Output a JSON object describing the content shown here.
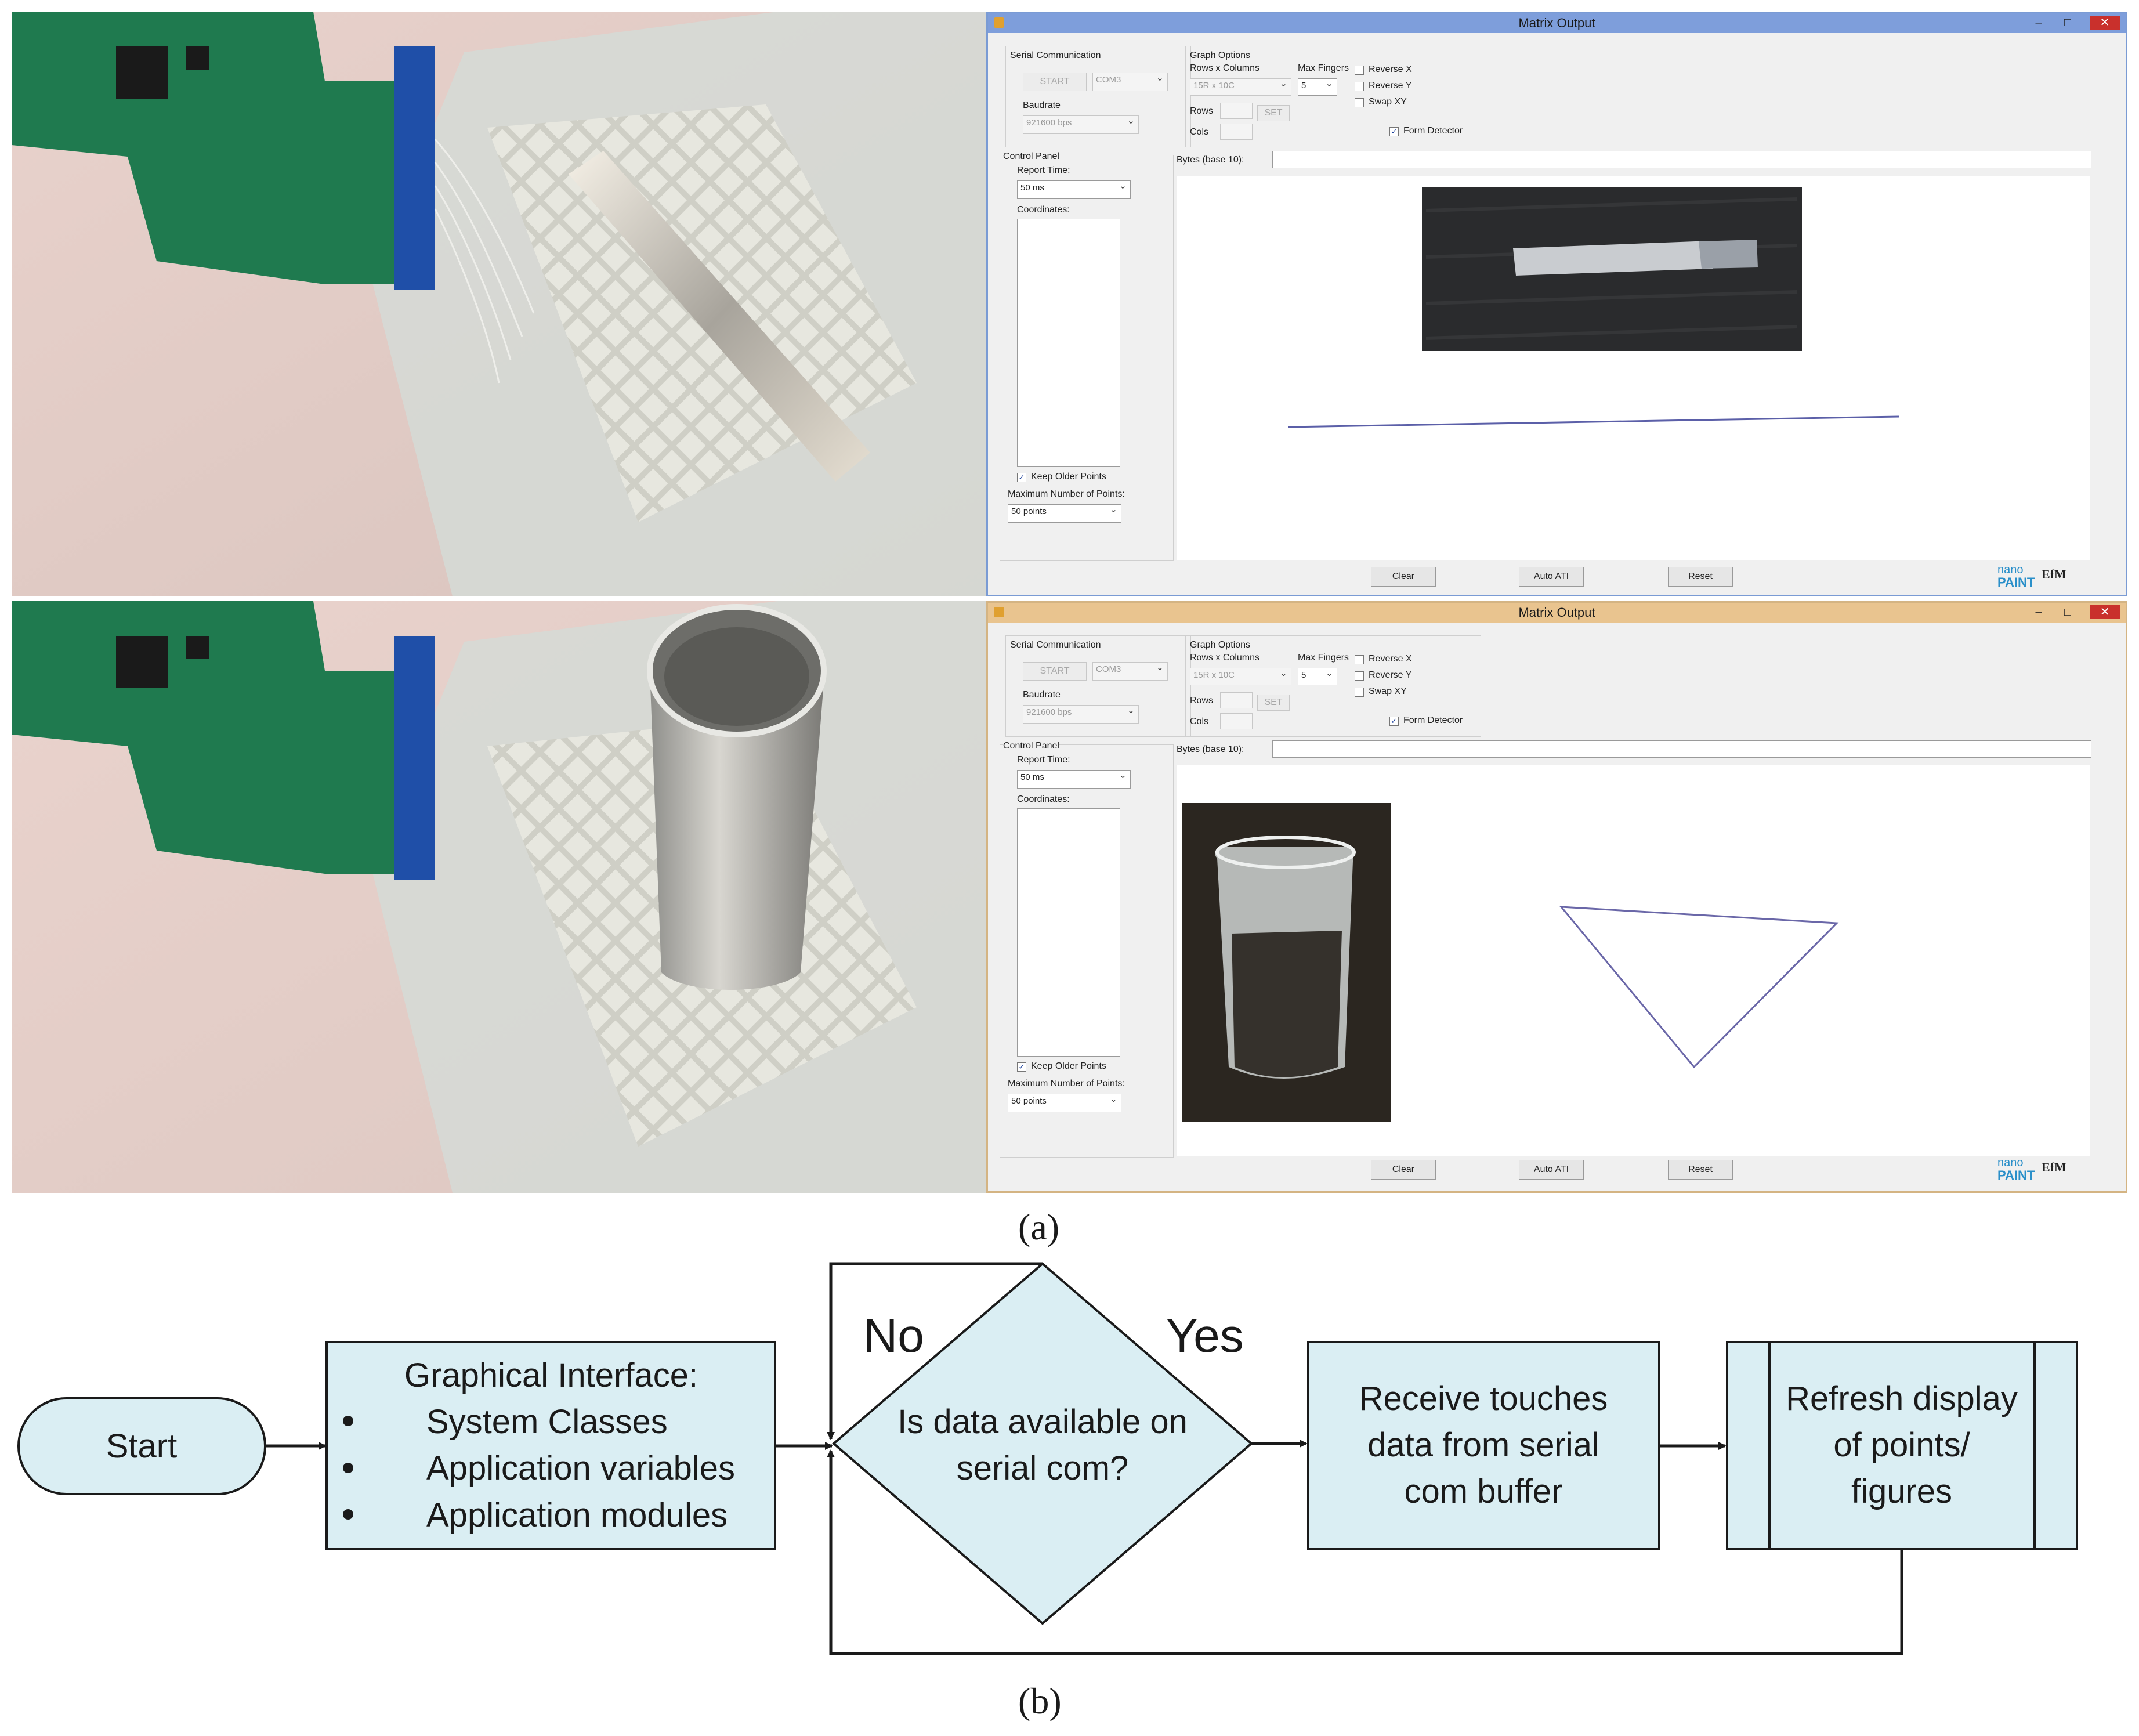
{
  "window_top": {
    "title": "Matrix Output",
    "serial_group": "Serial Communication",
    "start_button": "START",
    "com_port": "COM3",
    "baudrate_label": "Baudrate",
    "baudrate_value": "921600 bps",
    "graph_group": "Graph Options",
    "rows_x_cols_label": "Rows x Columns",
    "rows_x_cols_value": "15R x 10C",
    "max_fingers_label": "Max Fingers",
    "max_fingers_value": "5",
    "rows_label": "Rows",
    "cols_label": "Cols",
    "set_button": "SET",
    "reverse_x": "Reverse X",
    "reverse_y": "Reverse Y",
    "swap_xy": "Swap XY",
    "form_detector": "Form Detector",
    "control_panel": "Control Panel",
    "report_time_label": "Report Time:",
    "report_time_value": "50 ms",
    "coordinates_label": "Coordinates:",
    "bytes_label": "Bytes (base 10):",
    "keep_older": "Keep Older Points",
    "max_points_label": "Maximum Number of Points:",
    "max_points_value": "50 points",
    "clear_button": "Clear",
    "auto_ati_button": "Auto ATI",
    "reset_button": "Reset",
    "logo_nano": "nano",
    "logo_paint": "PAINT",
    "logo_efm": "EfM"
  },
  "window_bottom": {
    "title": "Matrix Output",
    "serial_group": "Serial Communication",
    "start_button": "START",
    "com_port": "COM3",
    "baudrate_label": "Baudrate",
    "baudrate_value": "921600 bps",
    "graph_group": "Graph Options",
    "rows_x_cols_label": "Rows x Columns",
    "rows_x_cols_value": "15R x 10C",
    "max_fingers_label": "Max Fingers",
    "max_fingers_value": "5",
    "rows_label": "Rows",
    "cols_label": "Cols",
    "set_button": "SET",
    "reverse_x": "Reverse X",
    "reverse_y": "Reverse Y",
    "swap_xy": "Swap XY",
    "form_detector": "Form Detector",
    "control_panel": "Control Panel",
    "report_time_label": "Report Time:",
    "report_time_value": "50 ms",
    "coordinates_label": "Coordinates:",
    "bytes_label": "Bytes (base 10):",
    "keep_older": "Keep Older Points",
    "max_points_label": "Maximum Number of Points:",
    "max_points_value": "50 points",
    "clear_button": "Clear",
    "auto_ati_button": "Auto ATI",
    "reset_button": "Reset",
    "logo_nano": "nano",
    "logo_paint": "PAINT",
    "logo_efm": "EfM"
  },
  "caption_a": "(a)",
  "caption_b": "(b)",
  "flowchart": {
    "start": "Start",
    "gui_title": "Graphical Interface:",
    "gui_items": [
      "System Classes",
      "Application variables",
      "Application modules"
    ],
    "decision_line1": "Is data available on",
    "decision_line2": "serial com?",
    "no_label": "No",
    "yes_label": "Yes",
    "receive_line1": "Receive touches",
    "receive_line2": "data from serial",
    "receive_line3": "com buffer",
    "refresh_line1": "Refresh display",
    "refresh_line2": "of points/",
    "refresh_line3": "figures"
  },
  "colors": {
    "flow_fill": "#daeef3",
    "flow_stroke": "#1a1a1a",
    "window_top_accent": "#7e9edb",
    "window_bottom_accent": "#e9c48f",
    "pcb_green": "#1f7a4f"
  }
}
